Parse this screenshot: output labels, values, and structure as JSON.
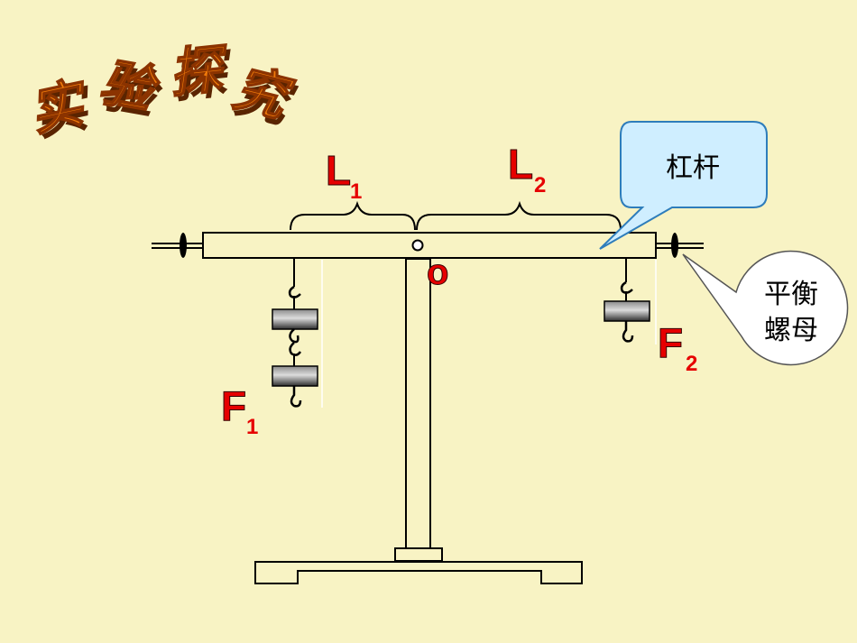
{
  "title": {
    "text": "实验探究",
    "chars": [
      "实",
      "验",
      "探",
      "究"
    ],
    "fill_color": "#f07a0a",
    "shadow_color": "#5a2400"
  },
  "labels": {
    "L1": {
      "main": "L",
      "sub": "1"
    },
    "L2": {
      "main": "L",
      "sub": "2"
    },
    "F1": {
      "main": "F",
      "sub": "1"
    },
    "F2": {
      "main": "F",
      "sub": "2"
    },
    "pivot": "o"
  },
  "callouts": {
    "lever": "杠杆",
    "balance_nut": [
      "平衡",
      "螺母"
    ]
  },
  "colors": {
    "background": "#f8f3c4",
    "label_red": "#e60000",
    "callout_blue": "#cfeeff",
    "weight_dark": "#333333"
  }
}
